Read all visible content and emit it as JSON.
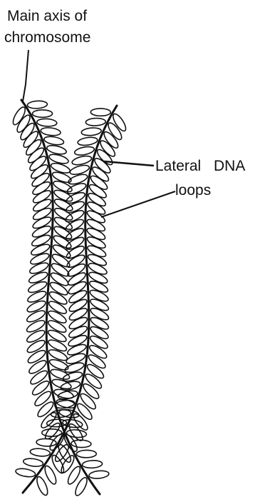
{
  "labels": {
    "main_axis_line1": "Main axis of",
    "main_axis_line2": "chromosome",
    "lateral": "Lateral",
    "dna": "DNA",
    "loops": "loops"
  },
  "colors": {
    "ink": "#111111",
    "background": "#ffffff"
  }
}
